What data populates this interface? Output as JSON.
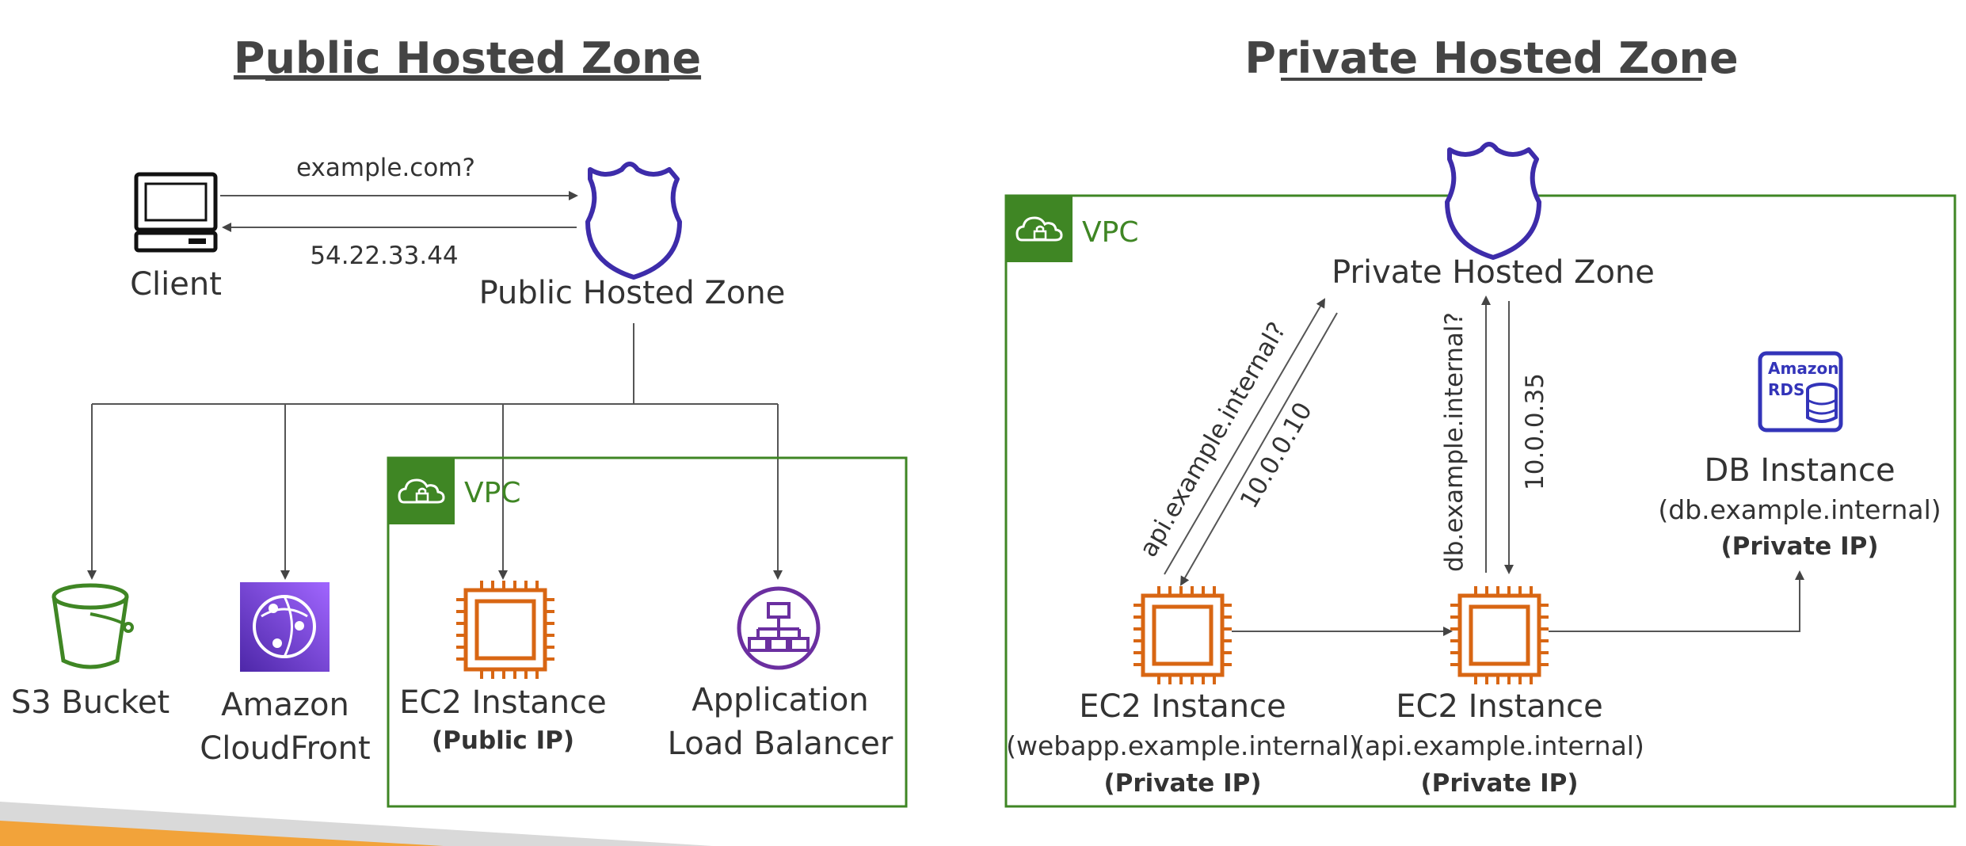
{
  "left": {
    "title": "Public Hosted Zone",
    "client_label": "Client",
    "query_label": "example.com?",
    "answer_label": "54.22.33.44",
    "zone_label": "Public Hosted Zone",
    "vpc_label": "VPC",
    "s3_label": "S3 Bucket",
    "cloudfront_line1": "Amazon",
    "cloudfront_line2": "CloudFront",
    "ec2_label": "EC2 Instance",
    "ec2_sub": "(Public IP)",
    "alb_line1": "Application",
    "alb_line2": "Load Balancer"
  },
  "right": {
    "title": "Private Hosted Zone",
    "vpc_label": "VPC",
    "zone_label": "Private Hosted Zone",
    "query1": "api.example.internal?",
    "answer1": "10.0.0.10",
    "query2": "db.example.internal?",
    "answer2": "10.0.0.35",
    "rds_text1": "Amazon",
    "rds_text2": "RDS",
    "db_label": "DB Instance",
    "db_sub": "(db.example.internal)",
    "db_ip": "(Private IP)",
    "ec2a_label": "EC2 Instance",
    "ec2a_sub": "(webapp.example.internal)",
    "ec2a_ip": "(Private IP)",
    "ec2b_label": "EC2 Instance",
    "ec2b_sub": "(api.example.internal)",
    "ec2b_ip": "(Private IP)"
  },
  "colors": {
    "route53": "#3D2CAA",
    "ec2": "#D86613",
    "vpc": "#3F8624",
    "s3": "#3F8624",
    "cloudfront": "#8C4FFF",
    "alb": "#6B2FA0",
    "rds": "#3334B9",
    "footer_orange": "#F2A33A",
    "footer_gray": "#D9D9D9"
  },
  "icons": {
    "client": "computer-icon",
    "route53": "route53-shield-icon",
    "s3": "s3-bucket-icon",
    "cloudfront": "cloudfront-icon",
    "ec2": "ec2-chip-icon",
    "alb": "alb-icon",
    "rds": "rds-icon",
    "vpc": "vpc-cloud-lock-icon"
  }
}
